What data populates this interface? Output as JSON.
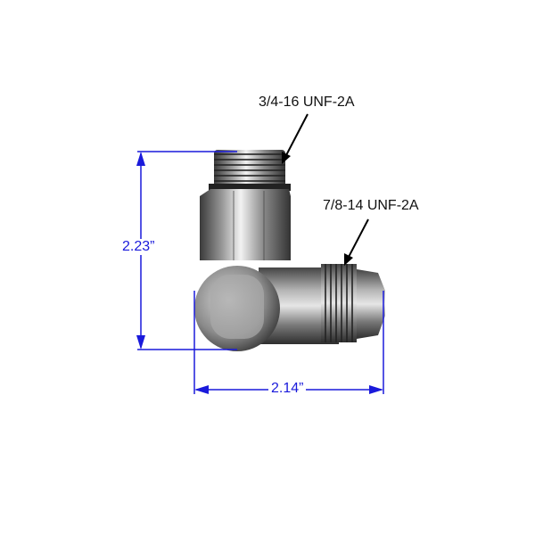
{
  "annotations": {
    "top_thread": "3/4-16 UNF-2A",
    "side_thread": "7/8-14 UNF-2A"
  },
  "dimensions": {
    "height": "2.23”",
    "width": "2.14”"
  },
  "colors": {
    "dimension": "#1a1adb",
    "leader": "#000000"
  }
}
